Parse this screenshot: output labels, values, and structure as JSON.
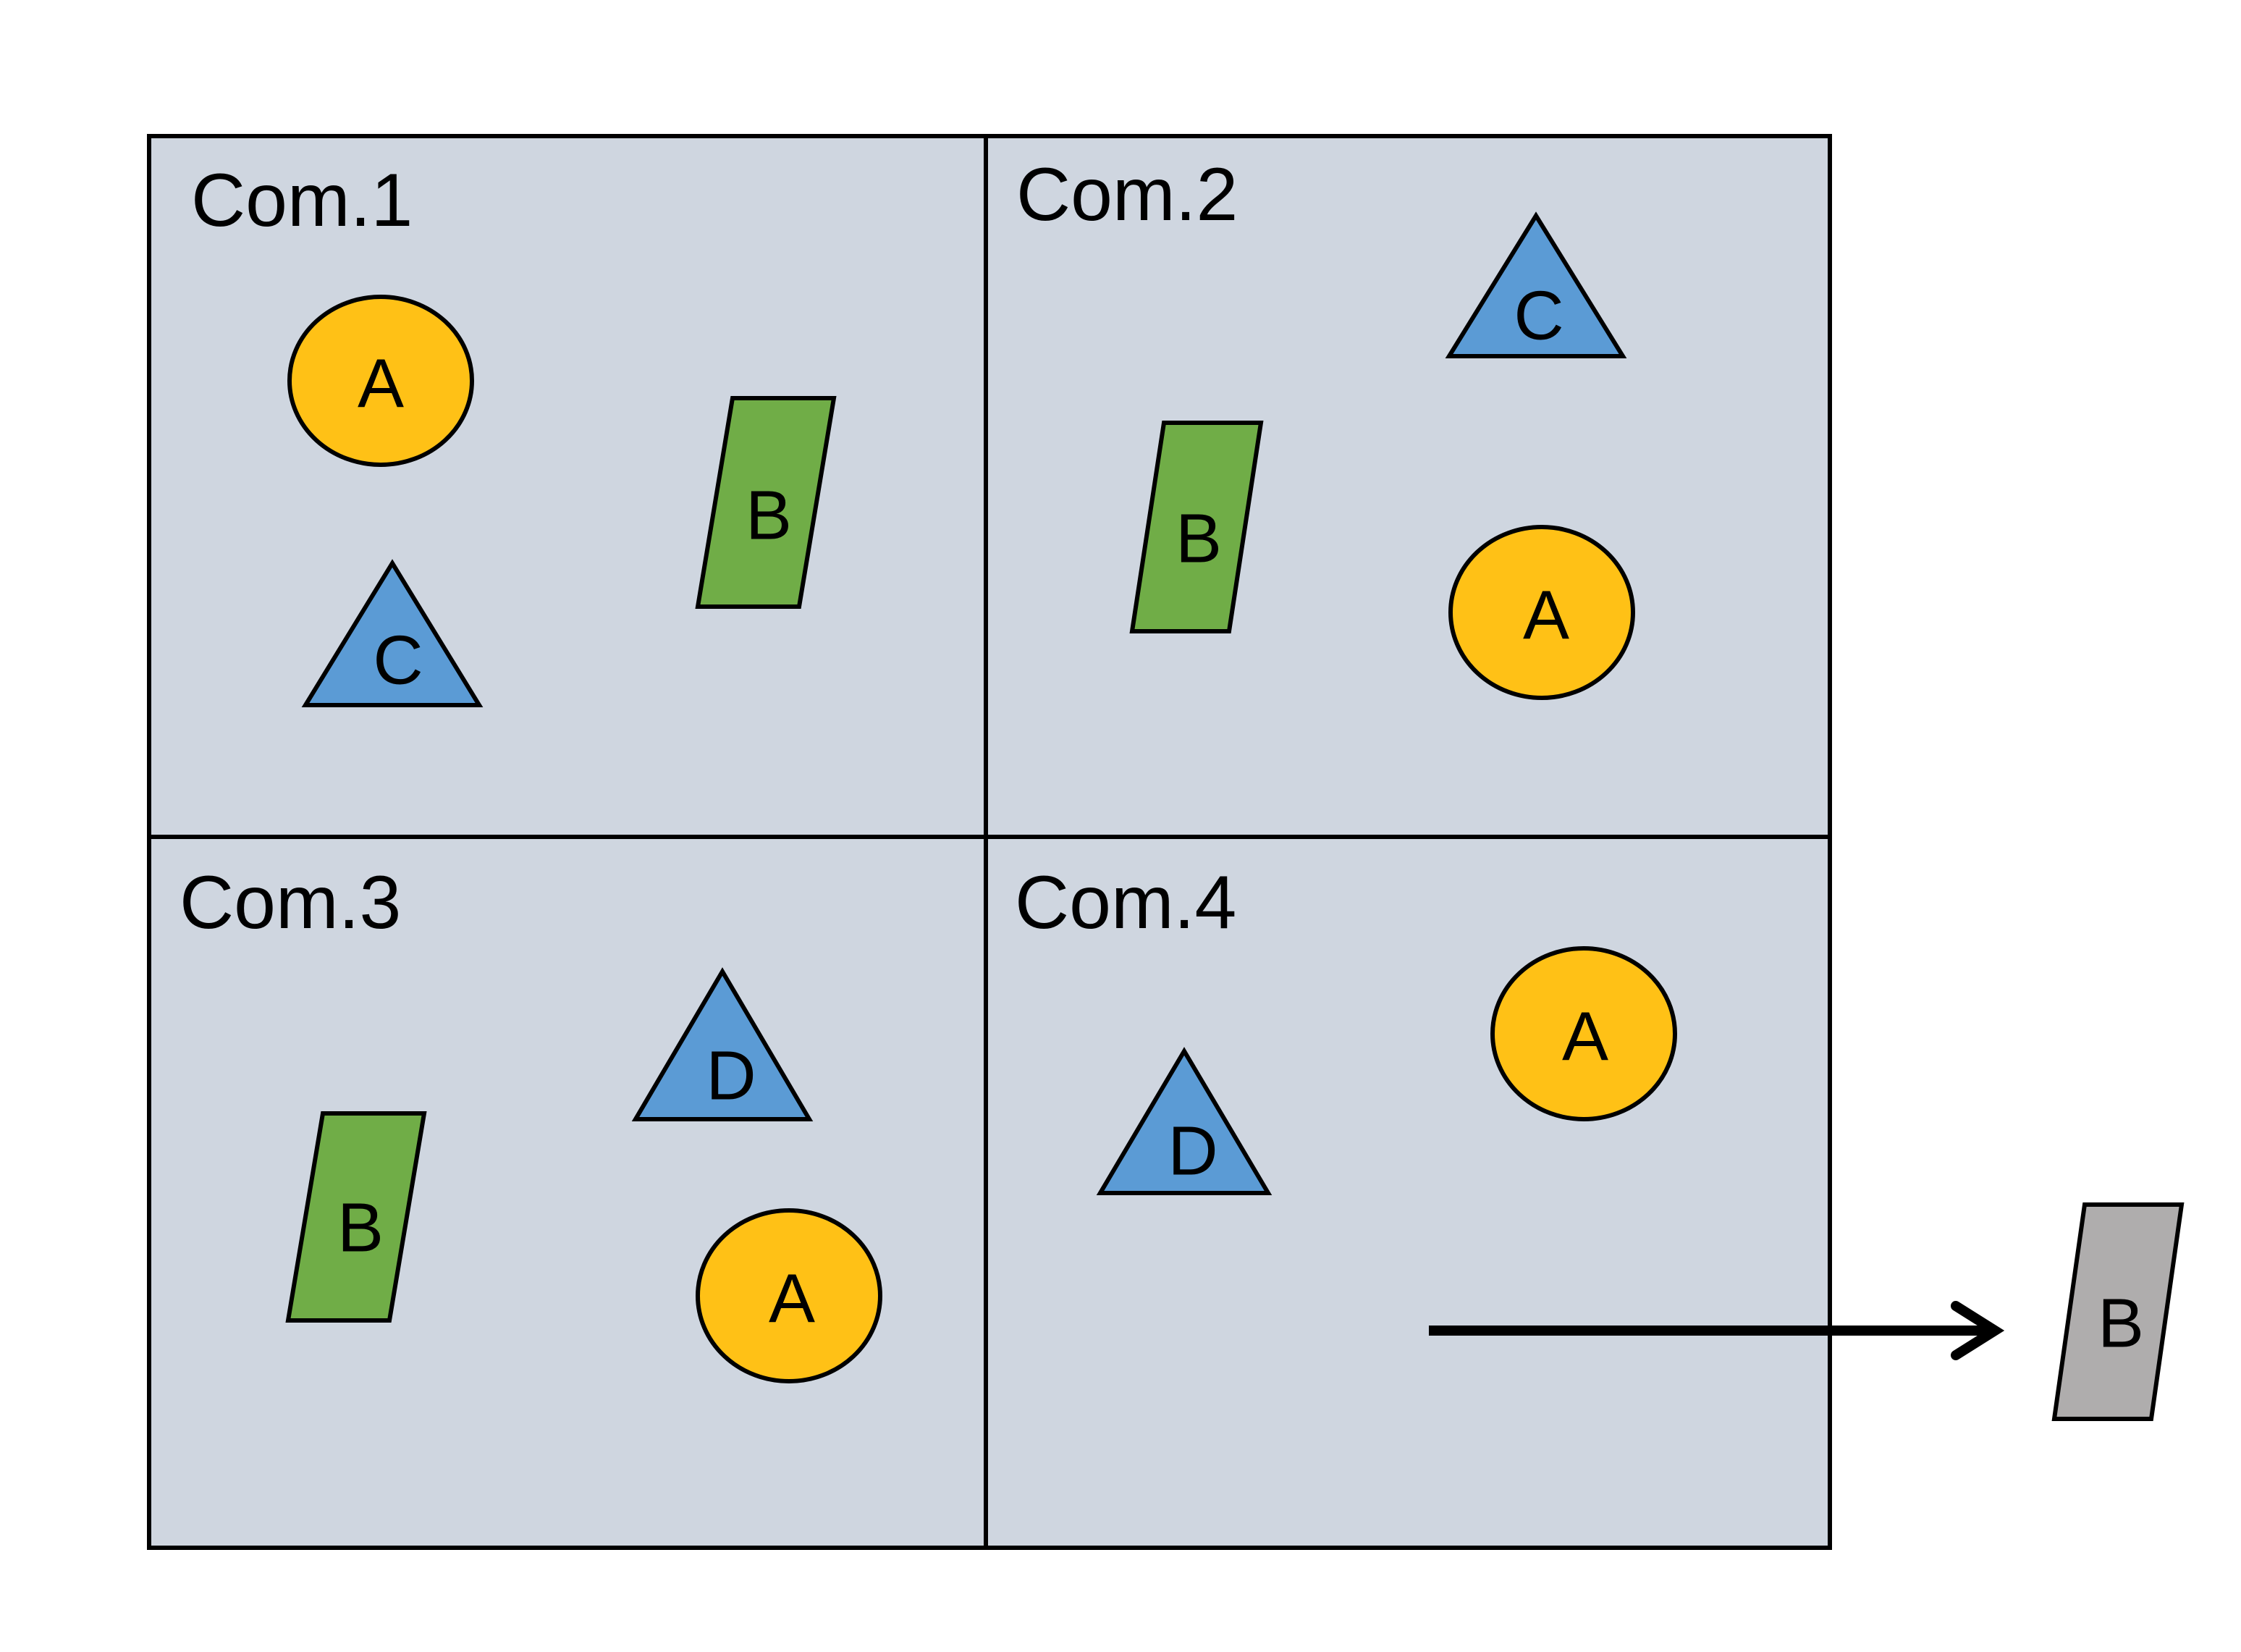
{
  "colors": {
    "panel_bg": "#CFD6E0",
    "species_A": "#FFC116",
    "species_B": "#70AD47",
    "species_C": "#5B9BD5",
    "species_D": "#5B9BD5",
    "emigrant": "#AFADAD"
  },
  "communities": [
    {
      "title": "Com.1",
      "members": [
        {
          "label": "A",
          "shape": "circle"
        },
        {
          "label": "B",
          "shape": "parallelogram"
        },
        {
          "label": "C",
          "shape": "triangle"
        }
      ]
    },
    {
      "title": "Com.2",
      "members": [
        {
          "label": "C",
          "shape": "triangle"
        },
        {
          "label": "B",
          "shape": "parallelogram"
        },
        {
          "label": "A",
          "shape": "circle"
        }
      ]
    },
    {
      "title": "Com.3",
      "members": [
        {
          "label": "D",
          "shape": "triangle"
        },
        {
          "label": "B",
          "shape": "parallelogram"
        },
        {
          "label": "A",
          "shape": "circle"
        }
      ]
    },
    {
      "title": "Com.4",
      "members": [
        {
          "label": "A",
          "shape": "circle"
        },
        {
          "label": "D",
          "shape": "triangle"
        }
      ]
    }
  ],
  "emigrant": {
    "label": "B",
    "shape": "parallelogram",
    "from": "Com.4"
  }
}
